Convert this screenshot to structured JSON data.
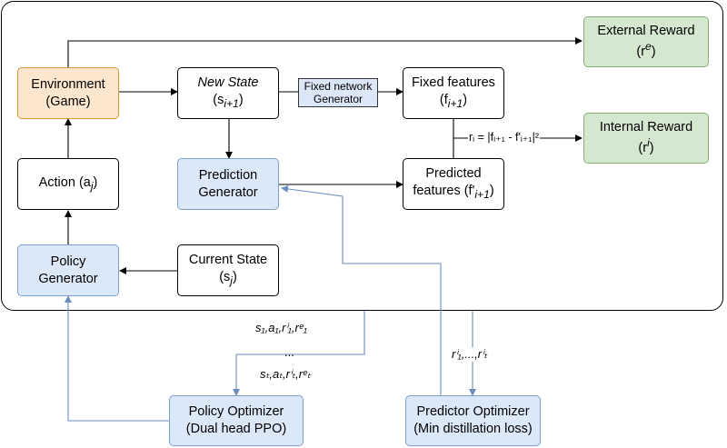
{
  "nodes": {
    "environment": {
      "line1": "Environment",
      "line2": "(Game)"
    },
    "new_state": {
      "line1": "New State",
      "line2": "(s",
      "line2_sub": "i+1",
      "line2_end": ")"
    },
    "fixed_network": {
      "line1": "Fixed network",
      "line2": "Generator"
    },
    "fixed_features": {
      "line1": "Fixed features",
      "line2": "(f",
      "line2_sub": "i+1",
      "line2_end": ")"
    },
    "external_reward": {
      "line1": "External Reward",
      "line2": "(r",
      "line2_sup": "e",
      "line2_end": ")"
    },
    "internal_reward": {
      "line1": "Internal Reward",
      "line2": "(r",
      "line2_sup": "i",
      "line2_end": ")"
    },
    "action": {
      "line1": "Action (a",
      "line1_sub": "j",
      "line1_end": ")"
    },
    "prediction_generator": {
      "line1": "Prediction",
      "line2": "Generator"
    },
    "predicted_features": {
      "line1": "Predicted",
      "line2": "features (f'",
      "line2_sub": "i+1",
      "line2_end": ")"
    },
    "policy_generator": {
      "line1": "Policy",
      "line2": "Generator"
    },
    "current_state": {
      "line1": "Current State",
      "line2": "(s",
      "line2_sub": "j",
      "line2_end": ")"
    },
    "policy_optimizer": {
      "line1": "Policy Optimizer",
      "line2": "(Dual head PPO)"
    },
    "predictor_optimizer": {
      "line1": "Predictor Optimizer",
      "line2": "(Min distillation loss)"
    }
  },
  "labels": {
    "reward_formula": "rᵢ = |fᵢ₊₁ - f'ᵢ₊₁|²",
    "traj_first": "s₁,a₁,rⁱ₁,rᵉ₁",
    "traj_dots": "...",
    "traj_last": "sₜ,aₜ,rⁱₜ,rᵉₜ",
    "intrinsic_rewards": "rⁱ₁,...,rⁱₜ"
  },
  "colors": {
    "orange_fill": "#fce6cd",
    "orange_stroke": "#d49a3b",
    "blue_fill": "#dbe8f8",
    "blue_stroke": "#7c9fd0",
    "green_fill": "#d4e8d0",
    "green_stroke": "#86b07b",
    "optimizer_line": "#6c8ebf"
  }
}
